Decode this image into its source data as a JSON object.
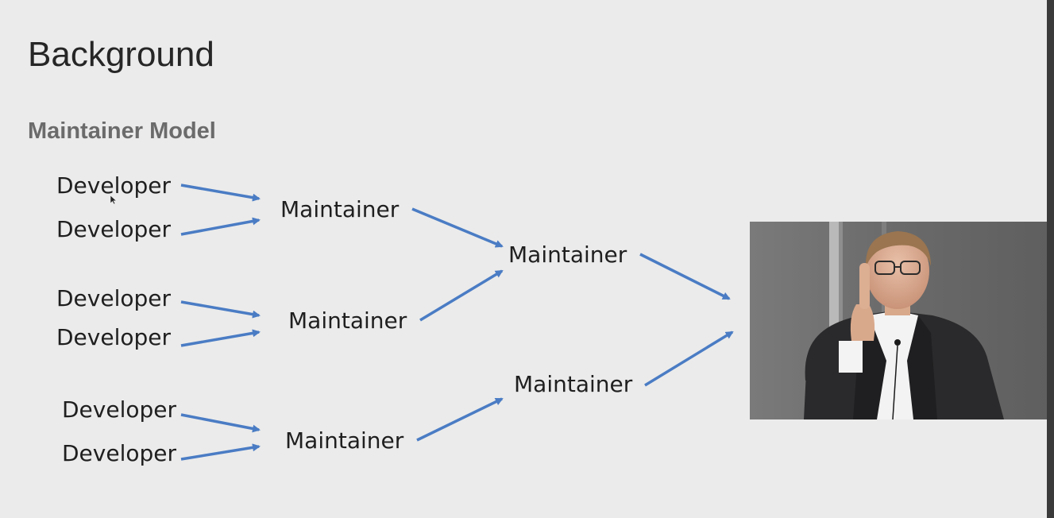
{
  "slide": {
    "title": "Background",
    "subtitle": "Maintainer Model"
  },
  "diagram": {
    "developers": [
      "Developer",
      "Developer",
      "Developer",
      "Developer",
      "Developer",
      "Developer"
    ],
    "maintainers_level1": [
      "Maintainer",
      "Maintainer",
      "Maintainer"
    ],
    "maintainers_level2": [
      "Maintainer",
      "Maintainer"
    ],
    "arrow_color": "#4a7cc4"
  },
  "photo": {
    "description_icon": "presenter-photo"
  }
}
